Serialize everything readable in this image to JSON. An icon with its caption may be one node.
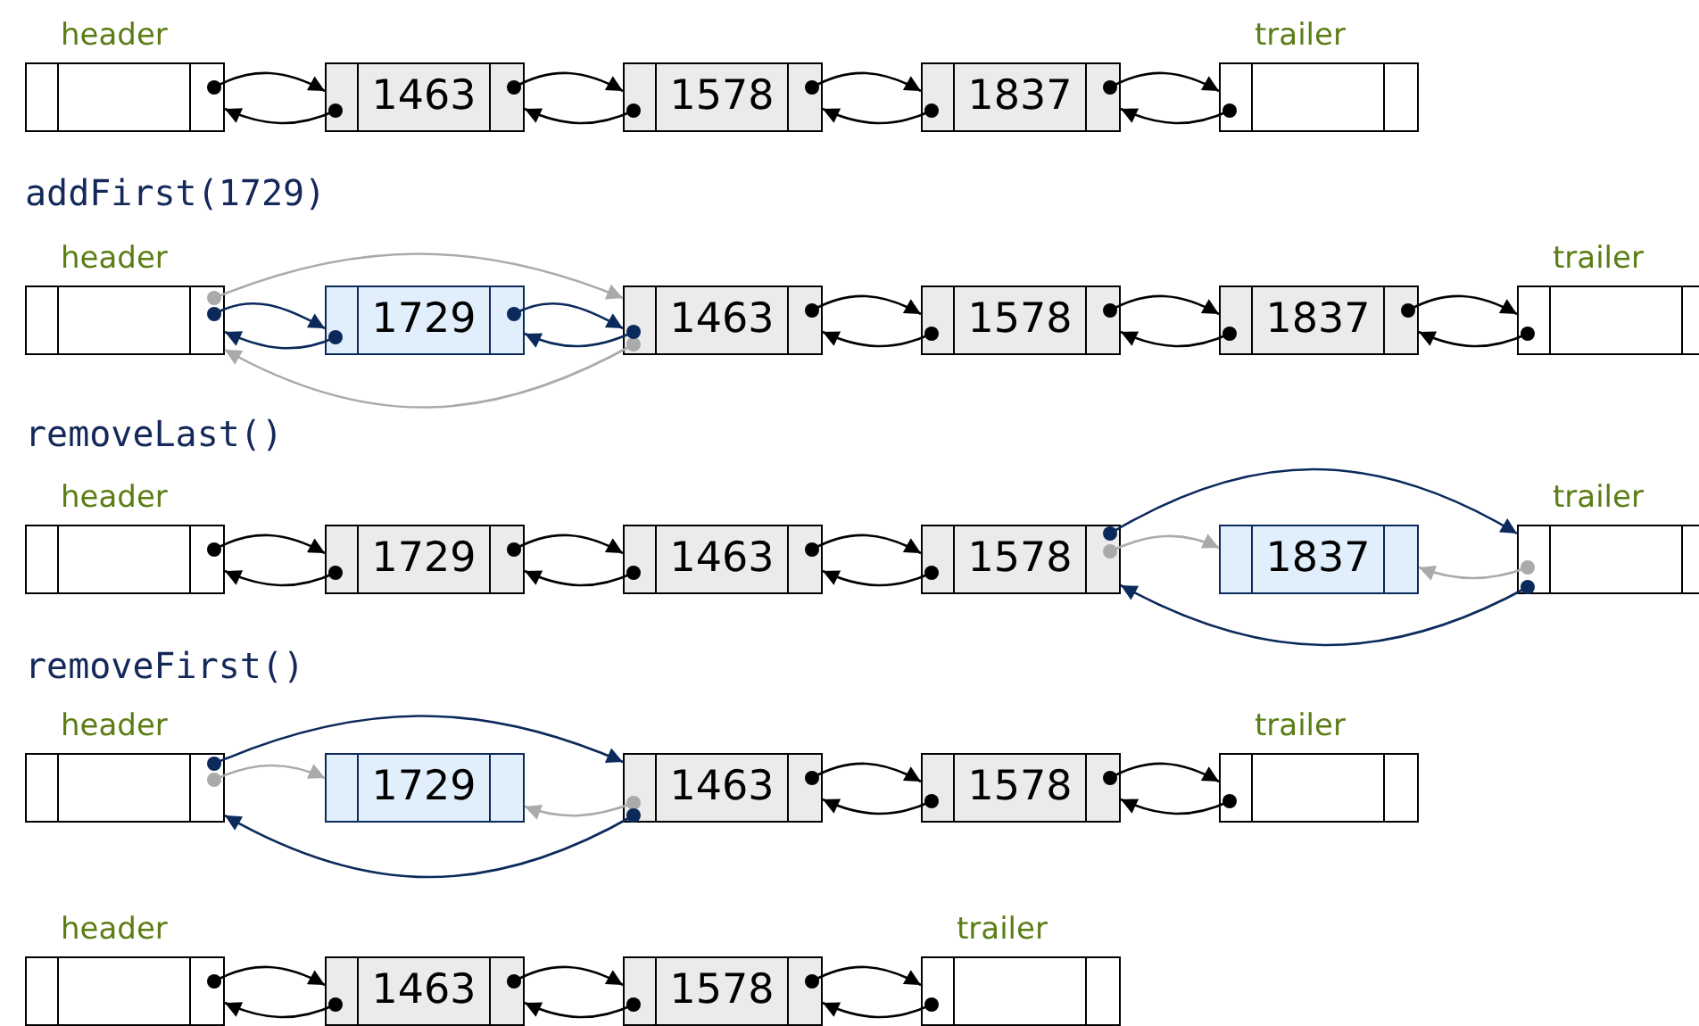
{
  "diagram": {
    "nodes": [
      {
        "text": [],
        "shape": "box",
        "beside": [
          "header"
        ]
      },
      {
        "text": [
          "1463"
        ]
      },
      {
        "text": [
          "1578"
        ]
      },
      {
        "text": [
          "1837"
        ]
      },
      {
        "text": [],
        "shape": "box",
        "beside": [
          "trailer"
        ]
      },
      {
        "text": [],
        "shape": "box",
        "beside": [
          "header"
        ]
      },
      {
        "text": [
          "1729"
        ]
      },
      {
        "text": [
          "1463"
        ]
      },
      {
        "text": [
          "1578"
        ]
      },
      {
        "text": [
          "1837"
        ]
      },
      {
        "text": [],
        "shape": "box",
        "beside": [
          "trailer"
        ]
      },
      {
        "text": [],
        "shape": "box",
        "beside": [
          "header"
        ]
      },
      {
        "text": [
          "1729"
        ]
      },
      {
        "text": [
          "1463"
        ]
      },
      {
        "text": [
          "1578"
        ]
      },
      {
        "text": [
          "1837"
        ]
      },
      {
        "text": [],
        "shape": "box",
        "beside": [
          "trailer"
        ]
      },
      {
        "text": [],
        "shape": "box",
        "beside": [
          "header"
        ]
      },
      {
        "text": [
          "1729"
        ]
      },
      {
        "text": [
          "1463"
        ]
      },
      {
        "text": [
          "1578"
        ]
      },
      {
        "text": [],
        "shape": "box",
        "beside": [
          "trailer"
        ]
      },
      {
        "text": [],
        "shape": "box",
        "beside": [
          "header"
        ]
      },
      {
        "text": [
          "1463"
        ]
      },
      {
        "text": [
          "1578"
        ]
      },
      {
        "text": [],
        "shape": "box",
        "beside": [
          "trailer"
        ]
      }
    ],
    "edges": [
      {
        "from": 0,
        "to": 1,
        "arrow": "to"
      },
      {
        "from": 1,
        "to": 0,
        "arrow": "to"
      },
      {
        "from": 1,
        "to": 2,
        "arrow": "to"
      },
      {
        "from": 2,
        "to": 1,
        "arrow": "to"
      },
      {
        "from": 2,
        "to": 3,
        "arrow": "to"
      },
      {
        "from": 3,
        "to": 2,
        "arrow": "to"
      },
      {
        "from": 3,
        "to": 4,
        "arrow": "to"
      },
      {
        "from": 4,
        "to": 3,
        "arrow": "to"
      },
      {
        "from": 5,
        "to": 7,
        "arrow": "to",
        "color": "#aaaaaa"
      },
      {
        "from": 5,
        "to": 6,
        "arrow": "to",
        "color": "#0b2a5b"
      },
      {
        "from": 6,
        "to": 5,
        "arrow": "to",
        "color": "#0b2a5b"
      },
      {
        "from": 7,
        "to": 5,
        "arrow": "to",
        "color": "#aaaaaa"
      },
      {
        "from": 6,
        "to": 7,
        "arrow": "to",
        "color": "#0b2a5b"
      },
      {
        "from": 7,
        "to": 6,
        "arrow": "to",
        "color": "#0b2a5b"
      },
      {
        "from": 7,
        "to": 8,
        "arrow": "to"
      },
      {
        "from": 8,
        "to": 7,
        "arrow": "to"
      },
      {
        "from": 8,
        "to": 9,
        "arrow": "to"
      },
      {
        "from": 9,
        "to": 8,
        "arrow": "to"
      },
      {
        "from": 9,
        "to": 10,
        "arrow": "to"
      },
      {
        "from": 10,
        "to": 9,
        "arrow": "to"
      },
      {
        "from": 11,
        "to": 12,
        "arrow": "to"
      },
      {
        "from": 12,
        "to": 11,
        "arrow": "to"
      },
      {
        "from": 12,
        "to": 13,
        "arrow": "to"
      },
      {
        "from": 13,
        "to": 12,
        "arrow": "to"
      },
      {
        "from": 13,
        "to": 14,
        "arrow": "to"
      },
      {
        "from": 14,
        "to": 13,
        "arrow": "to"
      },
      {
        "from": 14,
        "to": 15,
        "arrow": "to",
        "color": "#aaaaaa"
      },
      {
        "from": 14,
        "to": 16,
        "arrow": "to",
        "color": "#0b2a5b"
      },
      {
        "from": 16,
        "to": 15,
        "arrow": "to",
        "color": "#aaaaaa"
      },
      {
        "from": 16,
        "to": 14,
        "arrow": "to",
        "color": "#0b2a5b"
      },
      {
        "from": 17,
        "to": 19,
        "arrow": "to",
        "color": "#0b2a5b"
      },
      {
        "from": 17,
        "to": 18,
        "arrow": "to",
        "color": "#aaaaaa"
      },
      {
        "from": 19,
        "to": 18,
        "arrow": "to",
        "color": "#aaaaaa"
      },
      {
        "from": 19,
        "to": 17,
        "arrow": "to",
        "color": "#0b2a5b"
      },
      {
        "from": 19,
        "to": 20,
        "arrow": "to"
      },
      {
        "from": 20,
        "to": 19,
        "arrow": "to"
      },
      {
        "from": 20,
        "to": 21,
        "arrow": "to"
      },
      {
        "from": 21,
        "to": 20,
        "arrow": "to"
      },
      {
        "from": 22,
        "to": 23,
        "arrow": "to"
      },
      {
        "from": 23,
        "to": 22,
        "arrow": "to"
      },
      {
        "from": 23,
        "to": 24,
        "arrow": "to"
      },
      {
        "from": 24,
        "to": 23,
        "arrow": "to"
      },
      {
        "from": 24,
        "to": 25,
        "arrow": "to"
      },
      {
        "from": 25,
        "to": 24,
        "arrow": "to"
      }
    ],
    "labels": [
      "addFirst(1729)",
      "removeLast()",
      "removeFirst()"
    ]
  }
}
